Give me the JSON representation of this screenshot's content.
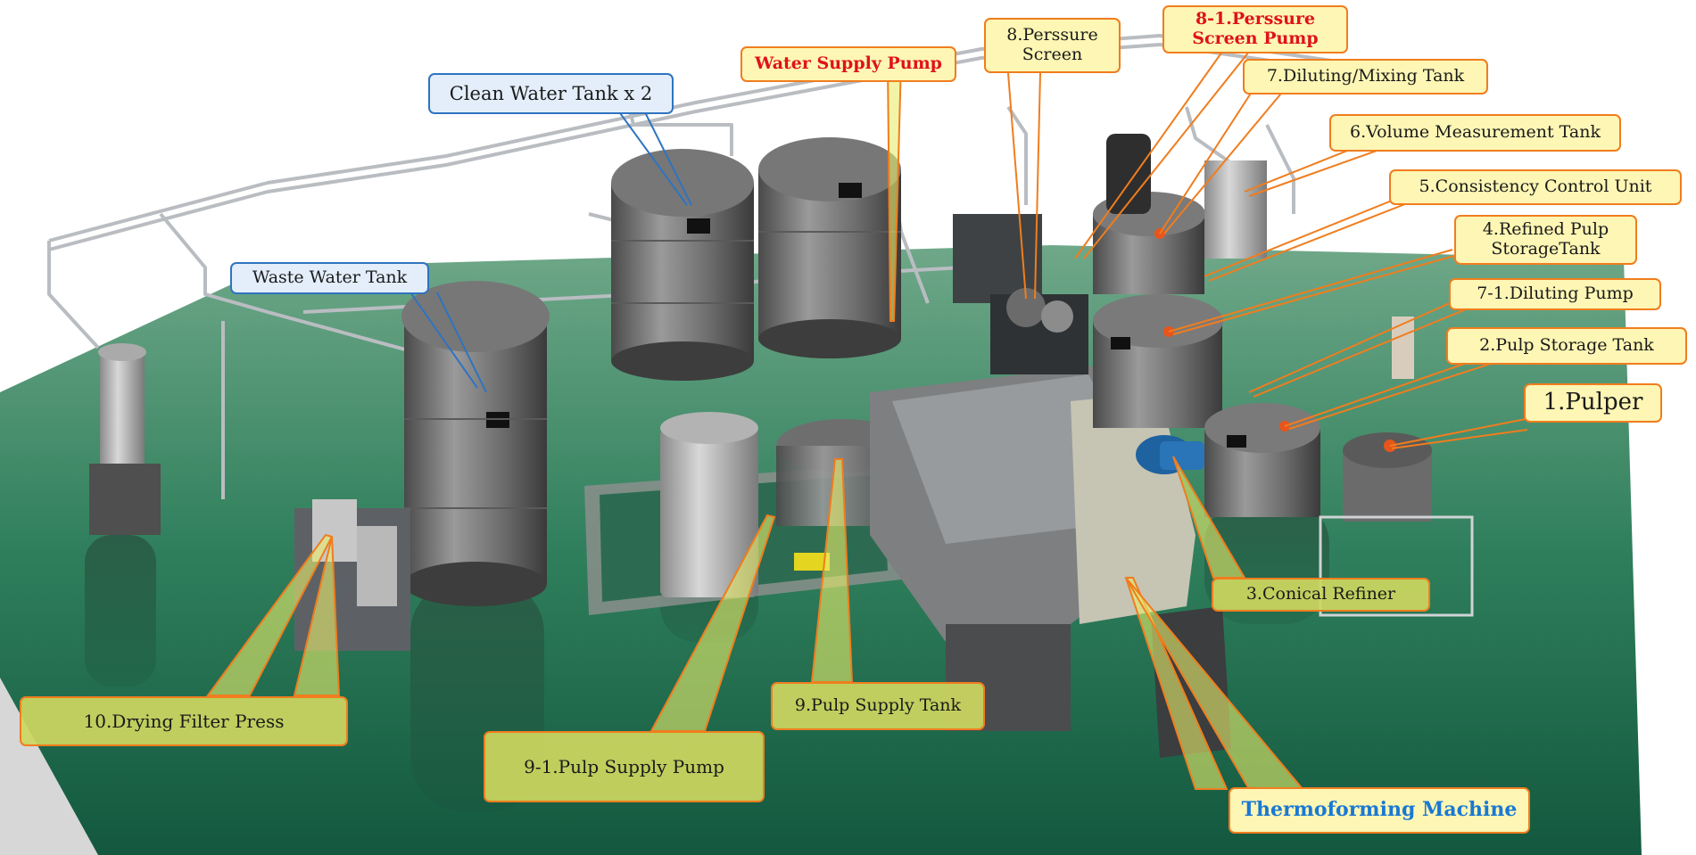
{
  "labels": {
    "clean_water_tank": "Clean Water Tank x 2",
    "waste_water_tank": "Waste Water Tank",
    "water_supply_pump": "Water Supply Pump",
    "pressure_screen": "8.Perssure\nScreen",
    "pressure_screen_pump": "8-1.Perssure\nScreen Pump",
    "diluting_mixing_tank": "7.Diluting/Mixing Tank",
    "volume_measurement_tank": "6.Volume Measurement Tank",
    "consistency_control_unit": "5.Consistency Control Unit",
    "refined_pulp_storage_tank": "4.Refined Pulp\nStorageTank",
    "diluting_pump": "7-1.Diluting Pump",
    "pulp_storage_tank": "2.Pulp Storage Tank",
    "pulper": "1.Pulper",
    "conical_refiner": "3.Conical Refiner",
    "drying_filter_press": "10.Drying Filter Press",
    "pulp_supply_pump": "9-1.Pulp Supply Pump",
    "pulp_supply_tank": "9.Pulp Supply Tank",
    "thermoforming_machine": "Thermoforming Machine"
  },
  "colors": {
    "callout_border": "#f07d1e",
    "callout_fill": "#fdf6b4",
    "leader_fill": "#e8ec6a",
    "blue_callout_border": "#2f74c0",
    "blue_callout_fill": "#e3eefa",
    "highlight_red": "#e0121b",
    "highlight_blue": "#1a78d4",
    "floor": "#2f7f5c"
  }
}
